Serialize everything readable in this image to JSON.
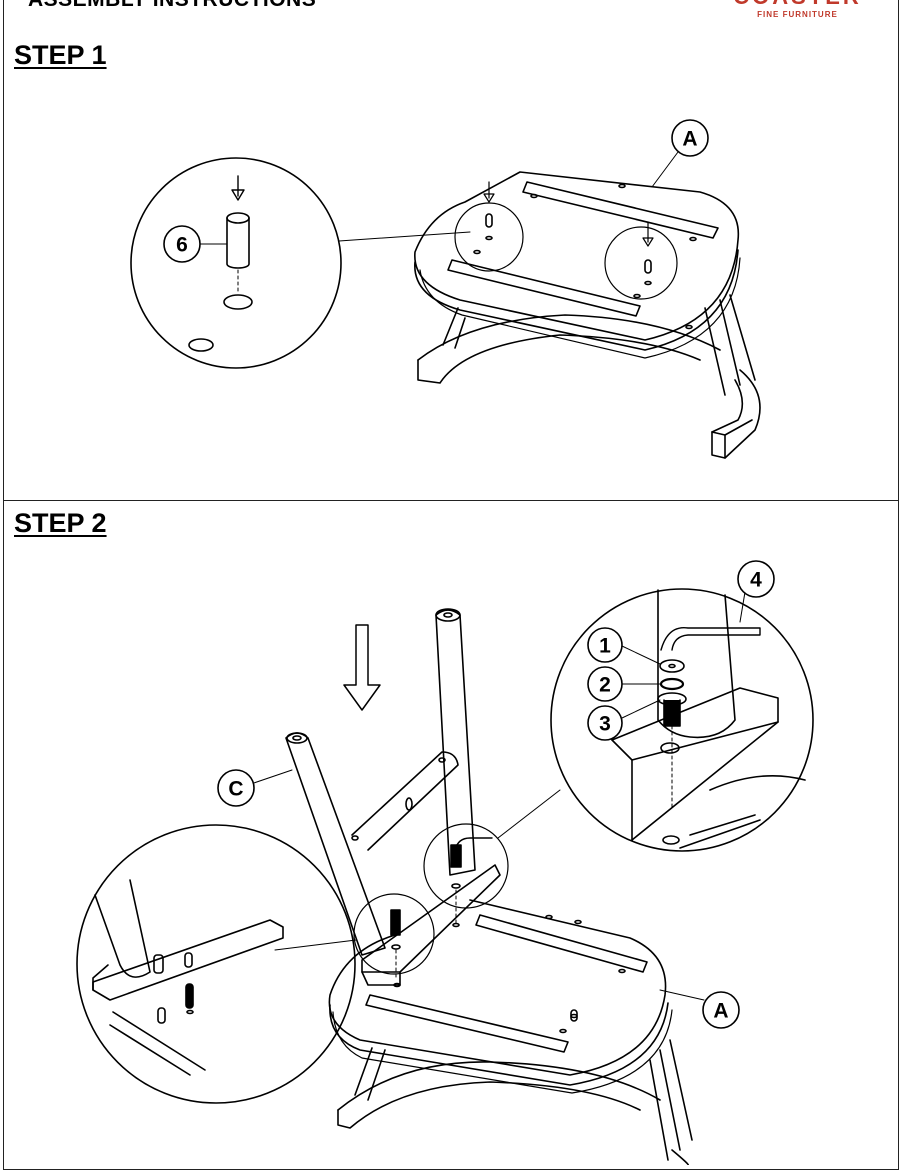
{
  "header": {
    "title": "ASSEMBLY INSTRUCTIONS"
  },
  "brand": {
    "name": "COASTER",
    "tagline": "FINE FURNITURE",
    "color": "#c0392b"
  },
  "steps": [
    {
      "title": "STEP 1",
      "callouts": {
        "part": "6",
        "seat": "A"
      }
    },
    {
      "title": "STEP 2",
      "callouts": {
        "washer": "1",
        "lock_washer": "2",
        "bolt": "3",
        "allen_key": "4",
        "leg": "C",
        "seat": "A"
      }
    }
  ]
}
